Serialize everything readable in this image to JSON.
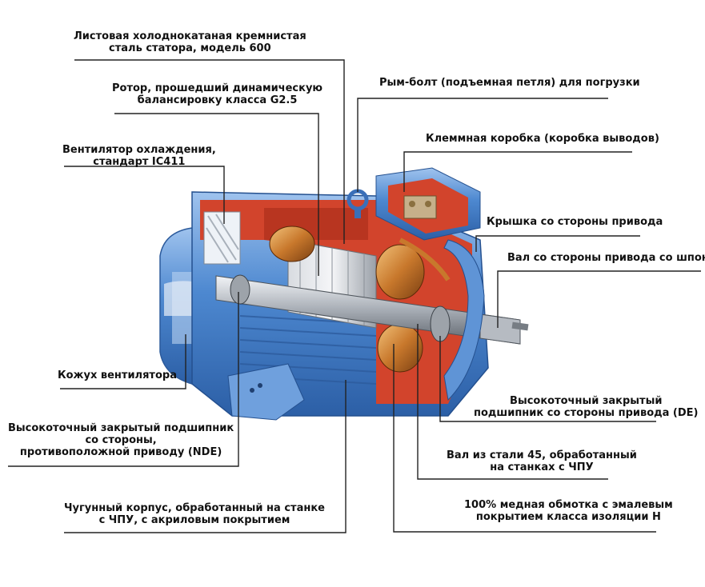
{
  "labels": {
    "stator_steel": [
      "Листовая холоднокатаная кремнистая",
      "сталь статора, модель 600"
    ],
    "rotor": [
      "Ротор, прошедший динамическую",
      "балансировку класса G2.5"
    ],
    "fan": [
      "Вентилятор охлаждения,",
      "стандарт IC411"
    ],
    "eyebolt": [
      "Рым-болт (подъемная петля) для погрузки"
    ],
    "terminal_box": [
      "Клеммная коробка (коробка выводов)"
    ],
    "de_cover": [
      "Крышка со стороны привода"
    ],
    "de_shaft": [
      "Вал со стороны привода со шпонкой"
    ],
    "fan_cover": [
      "Кожух вентилятора"
    ],
    "nde_bearing": [
      "Высокоточный закрытый подшипник",
      "со стороны,",
      "противоположной приводу (NDE)"
    ],
    "de_bearing": [
      "Высокоточный закрытый",
      "подшипник со стороны привода (DE)"
    ],
    "shaft_steel": [
      "Вал из стали 45, обработанный",
      "на станках с ЧПУ"
    ],
    "housing": [
      "Чугунный корпус, обработанный на станке",
      "с ЧПУ, с акриловым покрытием"
    ],
    "winding": [
      "100% медная обмотка с эмалевым",
      "покрытием класса изоляции H"
    ]
  },
  "colors": {
    "housing_blue": "#4a86cf",
    "housing_light": "#8fb8e8",
    "cutaway_red": "#d2442c",
    "copper": "#c87a2e",
    "steel": "#c9ccd1",
    "leader_line": "#222222"
  }
}
